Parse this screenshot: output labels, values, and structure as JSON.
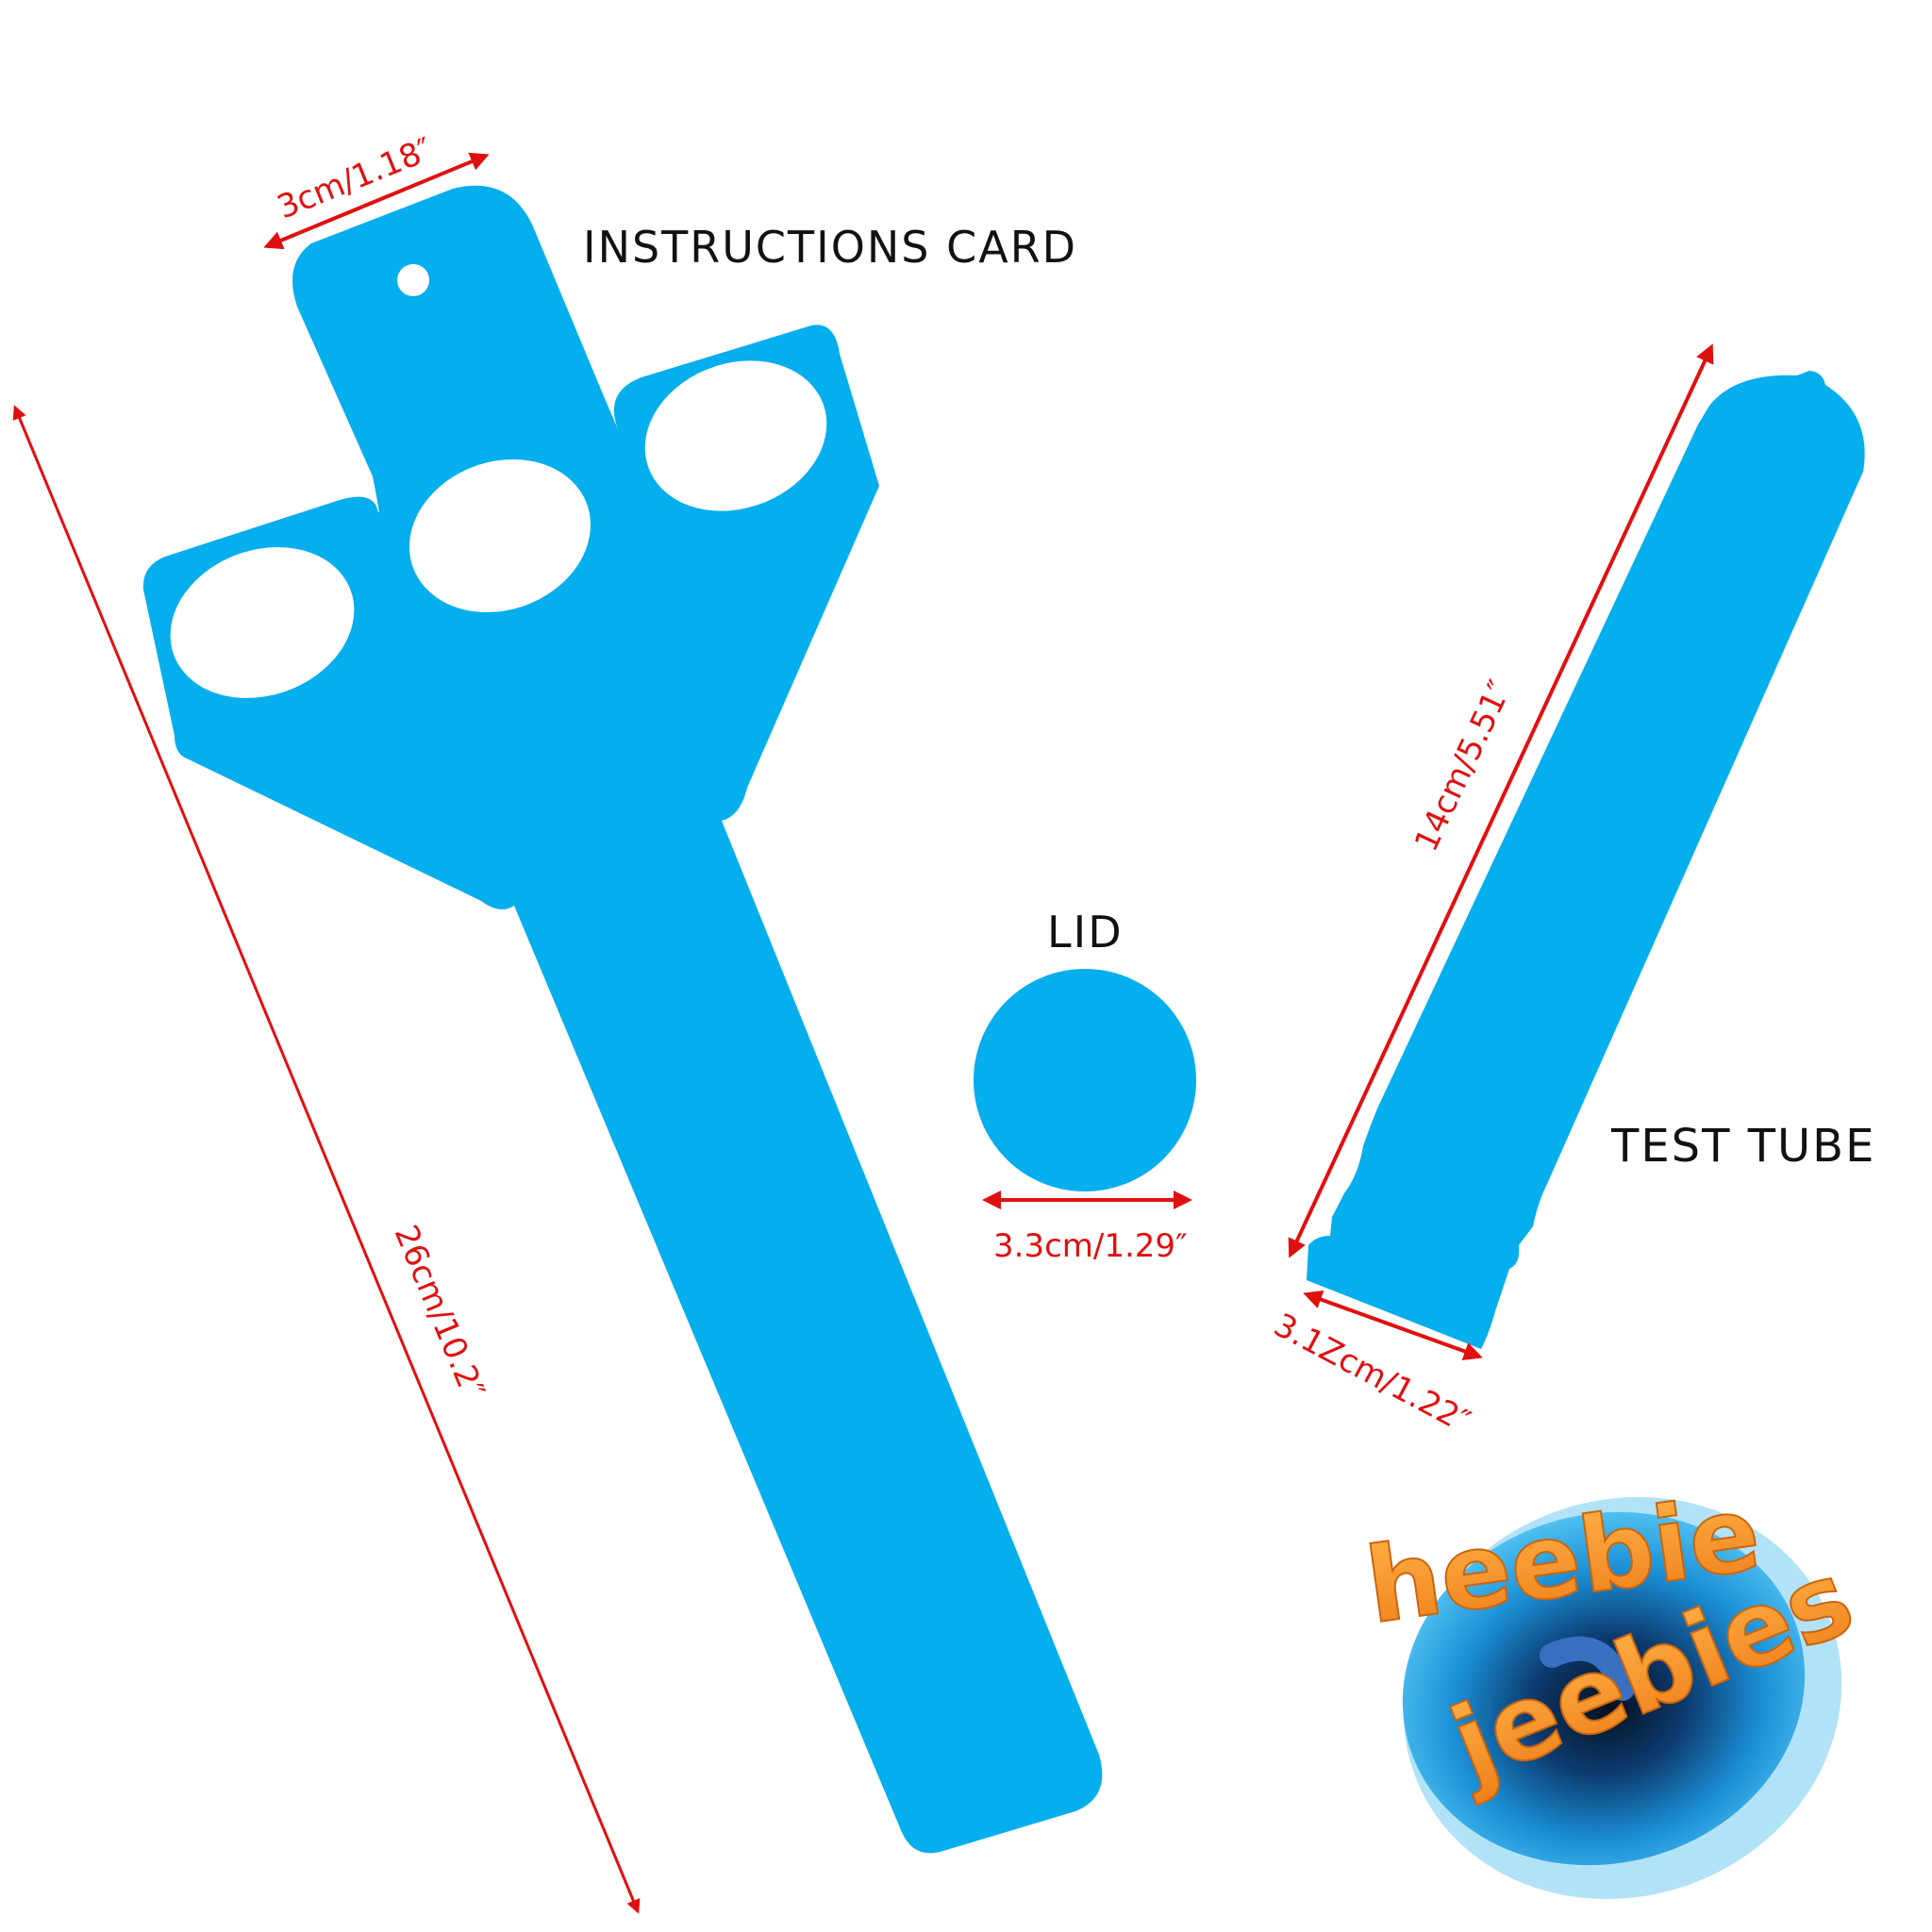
{
  "colors": {
    "shape_fill": "#05aeec",
    "dimension_red": "#e01010",
    "label_black": "#111111",
    "logo_orange": "#f39a2b",
    "logo_blue": "#1b8fd6",
    "logo_dark": "#0c2a4a"
  },
  "instructions_card": {
    "title": "INSTRUCTIONS CARD",
    "width_dimension": "3cm/1.18″",
    "length_dimension": "26cm/10.2″"
  },
  "lid": {
    "title": "LID",
    "diameter_dimension": "3.3cm/1.29″"
  },
  "test_tube": {
    "title": "TEST TUBE",
    "length_dimension": "14cm/5.51″",
    "width_dimension": "3.1Zcm/1.22″"
  },
  "logo": {
    "line1": "heebie",
    "line2": "jeebies"
  }
}
